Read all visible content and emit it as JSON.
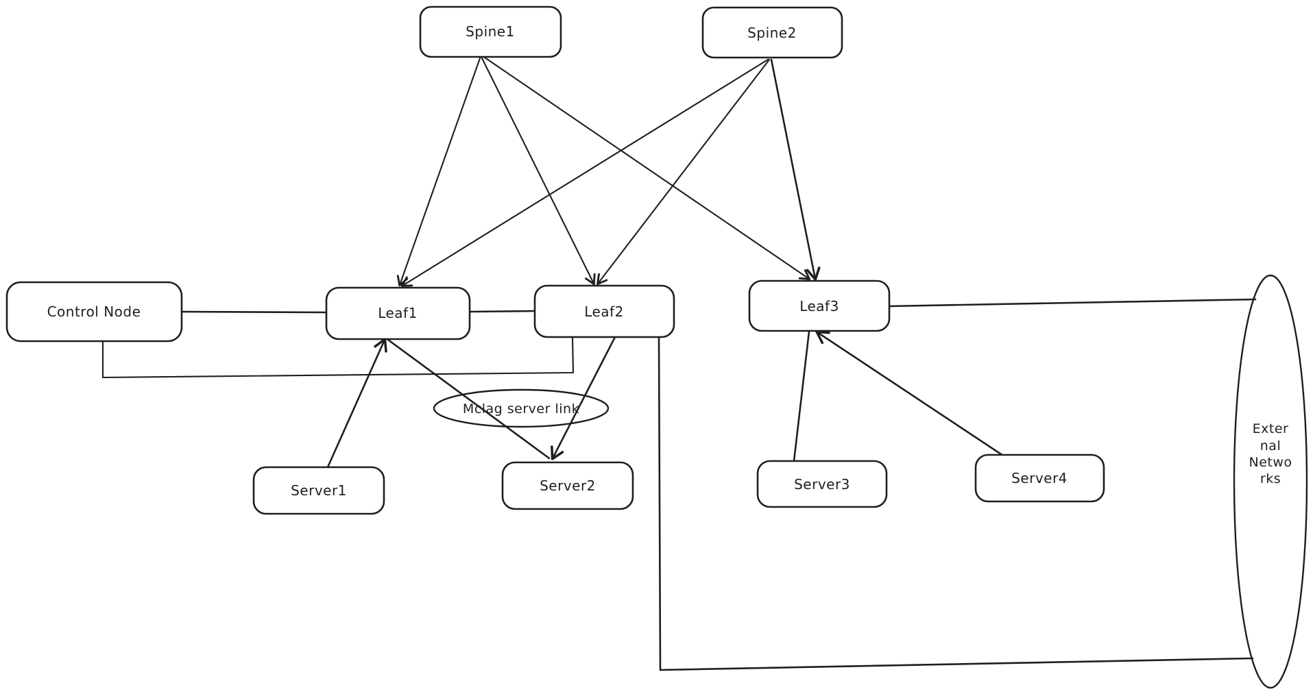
{
  "diagram": {
    "title": "Spine-Leaf network topology sketch",
    "colors": {
      "background": "#ffffff",
      "stroke": "#1e1e1e",
      "text": "#1e1e1e"
    },
    "nodes": {
      "spine1": {
        "label": "Spine1",
        "shape": "rectangle"
      },
      "spine2": {
        "label": "Spine2",
        "shape": "rectangle"
      },
      "control_node": {
        "label": "Control Node",
        "shape": "rectangle"
      },
      "leaf1": {
        "label": "Leaf1",
        "shape": "rectangle"
      },
      "leaf2": {
        "label": "Leaf2",
        "shape": "rectangle"
      },
      "leaf3": {
        "label": "Leaf3",
        "shape": "rectangle"
      },
      "server1": {
        "label": "Server1",
        "shape": "rectangle"
      },
      "server2": {
        "label": "Server2",
        "shape": "rectangle"
      },
      "server3": {
        "label": "Server3",
        "shape": "rectangle"
      },
      "server4": {
        "label": "Server4",
        "shape": "rectangle"
      },
      "mclag_annotation": {
        "label": "Mclag server link",
        "shape": "ellipse"
      },
      "external_networks": {
        "label": "External Networks",
        "shape": "ellipse",
        "wrapped_lines": [
          "Exter",
          "nal",
          "Netwo",
          "rks"
        ]
      }
    },
    "edges": [
      {
        "from": "Spine1",
        "to": "Leaf1",
        "arrow": true
      },
      {
        "from": "Spine1",
        "to": "Leaf2",
        "arrow": true
      },
      {
        "from": "Spine1",
        "to": "Leaf3",
        "arrow": true
      },
      {
        "from": "Spine2",
        "to": "Leaf1",
        "arrow": true
      },
      {
        "from": "Spine2",
        "to": "Leaf2",
        "arrow": true
      },
      {
        "from": "Spine2",
        "to": "Leaf3",
        "arrow": true
      },
      {
        "from": "Control Node",
        "to": "Leaf1",
        "arrow": false
      },
      {
        "from": "Leaf1",
        "to": "Leaf2",
        "arrow": false
      },
      {
        "from": "Control Node",
        "to": "Leaf2",
        "arrow": false,
        "style": "elbow"
      },
      {
        "from": "Server1",
        "to": "Leaf1",
        "arrow": true
      },
      {
        "from": "Leaf1",
        "to": "Server2",
        "arrow": false,
        "annotation": "Mclag server link"
      },
      {
        "from": "Leaf2",
        "to": "Server2",
        "arrow": true,
        "annotation": "Mclag server link"
      },
      {
        "from": "Leaf2",
        "to": "External Networks",
        "arrow": false,
        "style": "elbow"
      },
      {
        "from": "Leaf3",
        "to": "External Networks",
        "arrow": false
      },
      {
        "from": "Leaf3",
        "to": "Server3",
        "arrow": false
      },
      {
        "from": "Server4",
        "to": "Leaf3",
        "arrow": true
      }
    ]
  }
}
